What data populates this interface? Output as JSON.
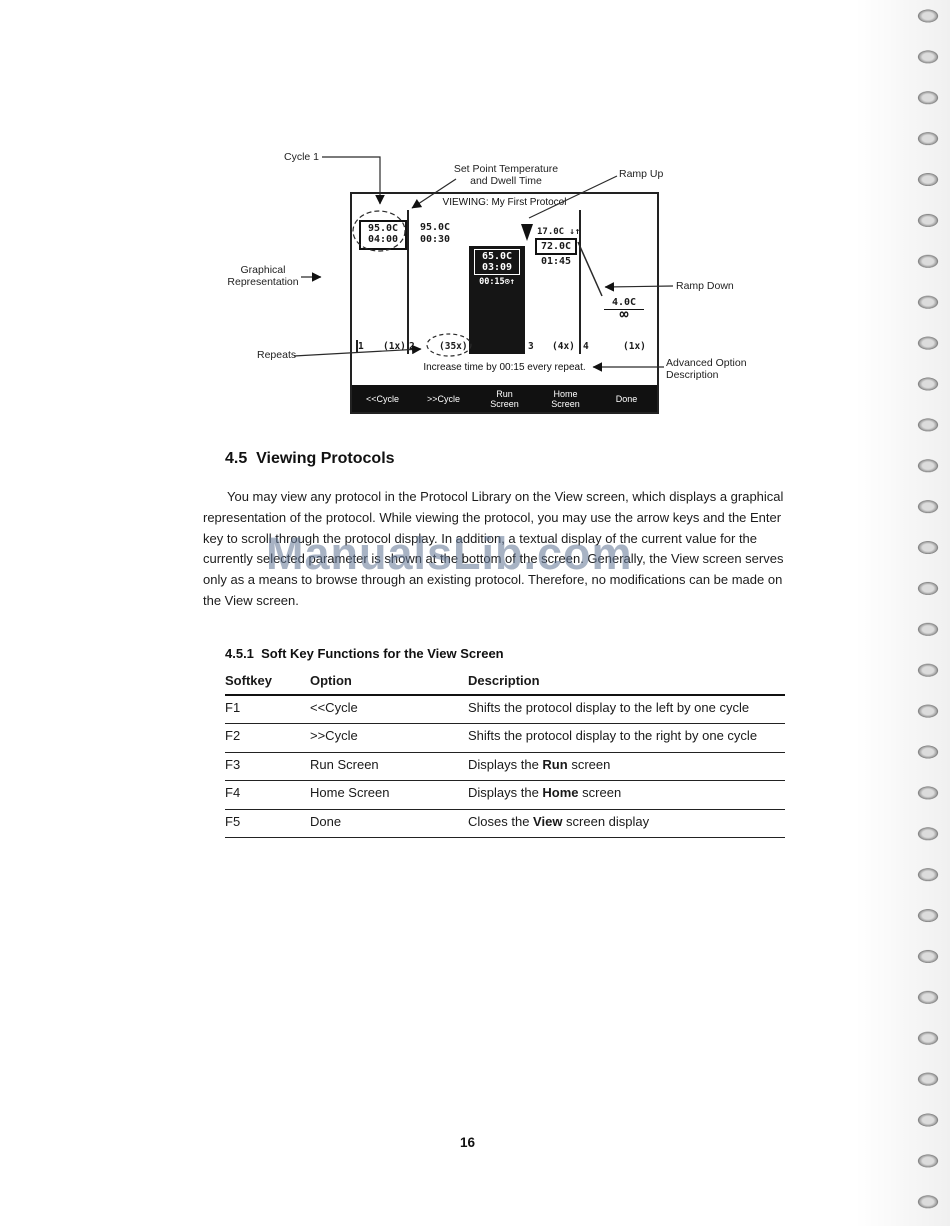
{
  "diagram": {
    "screen": {
      "title": "VIEWING: My First Protocol",
      "step1": {
        "temp": "95.0C",
        "time": "04:00"
      },
      "step2": {
        "temp": "95.0C",
        "time": "00:30"
      },
      "selected_step": {
        "temp": "65.0C",
        "time": "03:09",
        "option": "00:15⊙↑"
      },
      "ramp": {
        "temp": "17.0C ↓↑"
      },
      "step3": {
        "temp": "72.0C",
        "time": "01:45"
      },
      "hold": {
        "temp": "4.0C",
        "infinity": "∞"
      },
      "cycle_row": [
        {
          "label": "1"
        },
        {
          "label": "(1x)"
        },
        {
          "label": "2"
        },
        {
          "label": "(35x)"
        },
        {
          "label": "3"
        },
        {
          "label": "(4x)"
        },
        {
          "label": "4"
        },
        {
          "label": "(1x)"
        }
      ],
      "advanced_text": "Increase time by 00:15 every repeat.",
      "softkeys": [
        {
          "line1": "<<Cycle",
          "line2": ""
        },
        {
          "line1": ">>Cycle",
          "line2": ""
        },
        {
          "line1": "Run",
          "line2": "Screen"
        },
        {
          "line1": "Home",
          "line2": "Screen"
        },
        {
          "line1": "Done",
          "line2": ""
        }
      ]
    },
    "callouts": {
      "cycle1": "Cycle 1",
      "setpoint_line1": "Set Point Temperature",
      "setpoint_line2": "and Dwell Time",
      "ramp_up": "Ramp Up",
      "graphical_line1": "Graphical",
      "graphical_line2": "Representation",
      "ramp_down": "Ramp Down",
      "repeats": "Repeats",
      "advanced_line1": "Advanced Option",
      "advanced_line2": "Description"
    }
  },
  "section": {
    "heading": "4.5  Viewing Protocols",
    "paragraph": "You may view any protocol in the Protocol Library on the View screen, which displays a graphical representation of the protocol. While viewing the protocol, you may use the arrow keys and the Enter key to scroll through the protocol display. In addition, a textual display of the current value for the currently selected parameter is shown at the bottom of the screen. Generally, the View screen serves only as a means to browse through an existing protocol. Therefore, no modifications can be made on the View screen."
  },
  "subsection": {
    "heading": "4.5.1  Soft Key Functions for the View Screen",
    "table": {
      "headers": [
        "Softkey",
        "Option",
        "Description"
      ],
      "rows": [
        {
          "softkey": "F1",
          "option": "<<Cycle",
          "desc_pre": "Shifts the protocol display to the left by one cycle",
          "desc_bold": "",
          "desc_post": ""
        },
        {
          "softkey": "F2",
          "option": ">>Cycle",
          "desc_pre": "Shifts the protocol display to the right by one cycle",
          "desc_bold": "",
          "desc_post": ""
        },
        {
          "softkey": "F3",
          "option": "Run Screen",
          "desc_pre": "Displays the ",
          "desc_bold": "Run",
          "desc_post": " screen"
        },
        {
          "softkey": "F4",
          "option": "Home Screen",
          "desc_pre": "Displays the ",
          "desc_bold": "Home",
          "desc_post": " screen"
        },
        {
          "softkey": "F5",
          "option": "Done",
          "desc_pre": "Closes the ",
          "desc_bold": "View",
          "desc_post": " screen display"
        }
      ]
    }
  },
  "watermark": {
    "text": "ManualsLib.com"
  },
  "footer": {
    "page_number": "16"
  }
}
